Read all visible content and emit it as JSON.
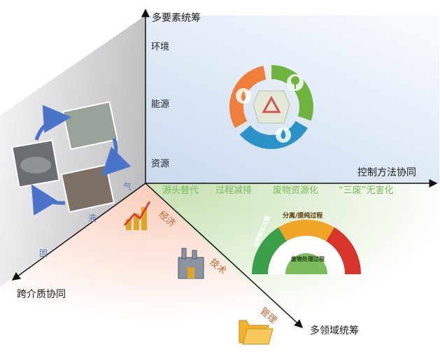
{
  "axes": {
    "vertical": "多要素统筹",
    "horizontal": "控制方法协同",
    "left_diagonal": "跨介质协同",
    "right_diagonal": "多领域统筹"
  },
  "vertical_ticks": [
    "环境",
    "能源",
    "资源"
  ],
  "horizontal_ticks": [
    "源头替代",
    "过程减排",
    "废物资源化",
    "“三废”无害化"
  ],
  "media_phases": [
    "气",
    "液",
    "固"
  ],
  "domains": [
    "经济",
    "技术",
    "管理"
  ],
  "semicircle_diagram": {
    "top_label": "分离/提纯过程",
    "center_label": "废物处理过程",
    "left_label": "化学转化过程"
  },
  "icons": [
    "recycle-wheel-icon",
    "tree-icon",
    "water-drop-icon",
    "flame-icon",
    "coins-chart-icon",
    "factory-icon",
    "folder-icon"
  ],
  "colors": {
    "vertical_panel": "#d9e6f4",
    "left_panel": "#cfcfd2",
    "bottom_left_panel": "#fbe2d8",
    "bottom_right_panel": "#dfeed3",
    "tick_green": "#7dbb5f",
    "phase_blue": "#5b78b8",
    "domain_orange": "#c4652a",
    "cycle_arrow": "#4a74c9"
  }
}
